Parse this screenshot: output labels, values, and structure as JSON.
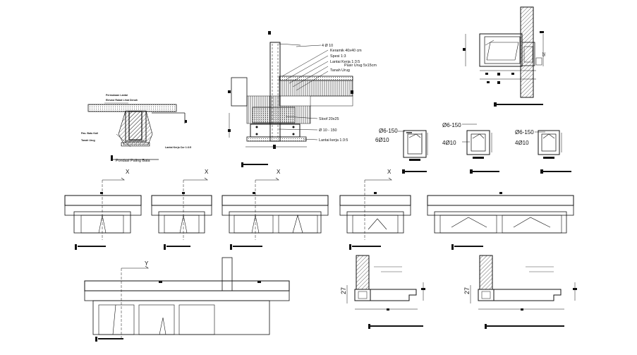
{
  "labels": {
    "d1_top1": "Permukaan Lantai",
    "d1_top2": "Elevasi Rabat Lihat Denah",
    "d1_left1": "Pas. Batu Kali",
    "d1_left2": "Tanah Urug",
    "d1_right": "Lantai Kerja Cor 1:3:5",
    "d1_caption": "Pondasi Paling Bata",
    "d2_1": "4 Ø 10",
    "d2_2": "Keramik 40x40 cm",
    "d2_3": "Spesi 1:3",
    "d2_4": "Lantai Kerja 1:3:5",
    "d2_5": "Pasir Urug 5x15cm",
    "d2_6": "Tanah Urug",
    "d2_7": "Sloof 20x25",
    "d2_8": "Ø 10 - 150",
    "d2_9": "Lantai kerja 1:3:5",
    "sec1_stirrup": "Ø6-150",
    "sec1_main": "6Ø10",
    "sec2_stirrup": "Ø6-150",
    "sec2_main": "4Ø10",
    "sec3_stirrup": "Ø6-150",
    "sec3_main": "4Ø10",
    "mark_x": "X",
    "mark_y": "Y",
    "dim_27": "27",
    "dim_25": "25"
  }
}
